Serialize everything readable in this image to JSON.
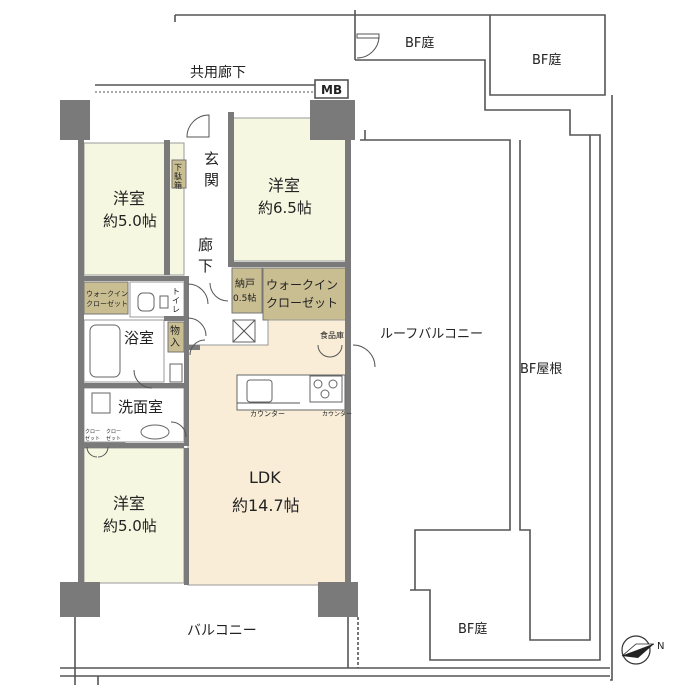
{
  "labels": {
    "bf_niwa_top1": "BF庭",
    "bf_niwa_top2": "BF庭",
    "kyoyo_roka": "共用廊下",
    "mb": "MB",
    "genkan_1": "玄",
    "genkan_2": "関",
    "geta_1": "下",
    "geta_2": "駄",
    "geta_3": "箱",
    "youshitsu_a_name": "洋室",
    "youshitsu_a_size": "約5.0帖",
    "youshitsu_b_name": "洋室",
    "youshitsu_b_size": "約6.5帖",
    "roka_1": "廊",
    "roka_2": "下",
    "nando_1": "納戸",
    "nando_2": "0.5帖",
    "walkin_b_1": "ウォークイン",
    "walkin_b_2": "クローゼット",
    "walkin_a_1": "ウォークイン",
    "walkin_a_2": "クローゼット",
    "toilet_1": "ト",
    "toilet_2": "イ",
    "toilet_3": "レ",
    "yokushitsu": "浴室",
    "mono_1": "物",
    "mono_2": "入",
    "shokuhinko": "食品庫",
    "roof_balcony": "ルーフバルコニー",
    "bf_yane": "BF屋根",
    "senmenshitsu": "洗面室",
    "counter_1": "カウンター",
    "counter_2": "カウンター",
    "closet_1a": "クロー",
    "closet_1b": "ゼット",
    "closet_2a": "クロー",
    "closet_2b": "ゼット",
    "ldk_name": "LDK",
    "ldk_size": "約14.7帖",
    "youshitsu_c_name": "洋室",
    "youshitsu_c_size": "約5.0帖",
    "balcony": "バルコニー",
    "bf_niwa_bottom": "BF庭",
    "compass_n": "N"
  },
  "colors": {
    "room_fill": "#f6f7e0",
    "ldk_fill": "#f9edd8",
    "closet_fill": "#c9bd92",
    "wall": "#7a7a7a"
  }
}
